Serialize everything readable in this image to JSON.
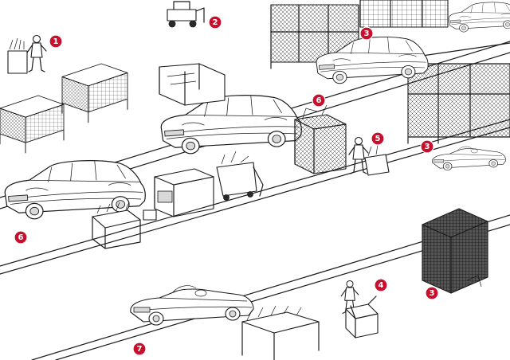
{
  "accent_color": "#c8102e",
  "badges": [
    "1",
    "2",
    "3",
    "3",
    "3",
    "4",
    "5",
    "6",
    "6",
    "7"
  ]
}
